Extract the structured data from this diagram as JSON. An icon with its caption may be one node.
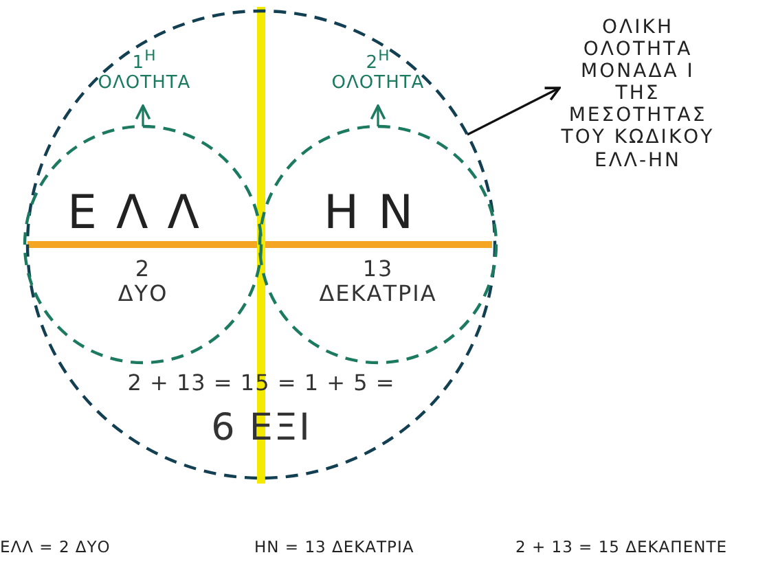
{
  "diagram": {
    "nodes": [
      {
        "text": [
          "2 + 13 = 15 = 1 + 5 =",
          "6 ΕΞΙ"
        ]
      },
      {
        "text": [
          "ΕΛΛ",
          "2 ΔΥΟ"
        ],
        "in": 0
      },
      {
        "text": [
          "ΗΝ",
          "13 ΔΕΚΑΤΡΙΑ"
        ],
        "in": 0
      },
      {
        "text": [
          "1$^{Η}$ ΟΛΟΤΗΤΑ"
        ],
        "in": 0
      },
      {
        "text": [
          "2$^{Η}$ ΟΛΟΤΗΤΑ"
        ],
        "in": 0
      },
      {
        "text": [
          "ΟΛΙΚΗ ΟΛΟΤΗΤΑ ΜΟΝΑΔΑ Ι ΤΗΣ ΜΕΣΟΤΗΤΑΣ ΤΟΥ ΚΩΔΙΚΟΥ ΕΛΛ-ΗΝ"
        ]
      }
    ],
    "edges": [
      {
        "from": 1,
        "to": 3,
        "arrow": "to",
        "color": "#1b7a5f"
      },
      {
        "from": 2,
        "to": 4,
        "arrow": "to",
        "color": "#1b7a5f"
      },
      {
        "from": 0,
        "to": 5,
        "arrow": "to",
        "color": "#111111"
      }
    ],
    "labels": [
      "ΕΛΛ = 2 ΔΥΟ",
      "ΗΝ = 13 ΔΕΚΑΤΡΙΑ",
      "2 + 13 = 15 ΔΕΚΑΠΕΝΤΕ"
    ]
  }
}
